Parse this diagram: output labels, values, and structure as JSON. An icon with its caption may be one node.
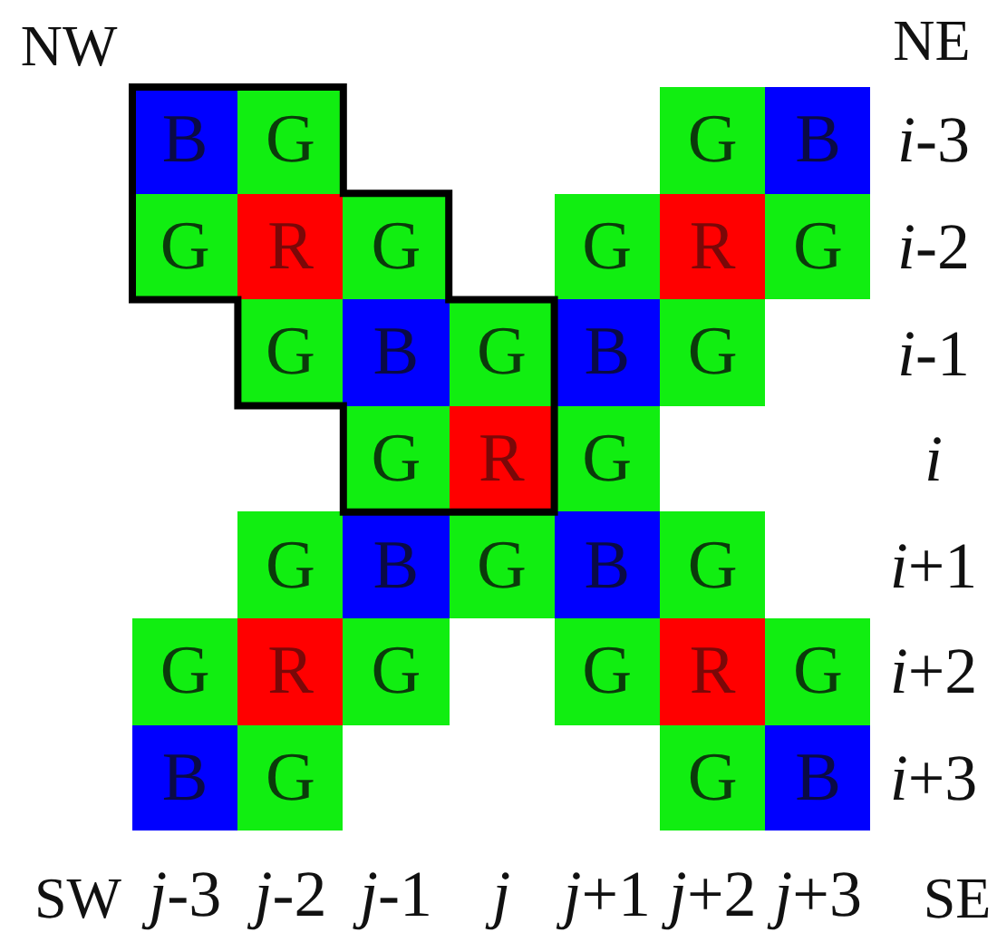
{
  "diagram": {
    "nodes": [
      {
        "text": [],
        "shape": "polygon"
      },
      {
        "text": [
          "B"
        ],
        "in": 0
      },
      {
        "text": [
          "G"
        ],
        "in": 0
      },
      {
        "text": [
          "G"
        ]
      },
      {
        "text": [
          "B"
        ]
      },
      {
        "text": [
          "G"
        ],
        "in": 0
      },
      {
        "text": [
          "R"
        ],
        "in": 0
      },
      {
        "text": [
          "G"
        ],
        "in": 0
      },
      {
        "text": [
          "G"
        ]
      },
      {
        "text": [
          "R"
        ]
      },
      {
        "text": [
          "G"
        ]
      },
      {
        "text": [
          "G"
        ],
        "in": 0
      },
      {
        "text": [
          "B"
        ],
        "in": 0
      },
      {
        "text": [
          "G"
        ],
        "in": 0
      },
      {
        "text": [
          "B"
        ]
      },
      {
        "text": [
          "G"
        ]
      },
      {
        "text": [
          "G"
        ],
        "in": 0
      },
      {
        "text": [
          "R"
        ],
        "in": 0
      },
      {
        "text": [
          "G"
        ]
      },
      {
        "text": [
          "G"
        ]
      },
      {
        "text": [
          "B"
        ]
      },
      {
        "text": [
          "G"
        ]
      },
      {
        "text": [
          "B"
        ]
      },
      {
        "text": [
          "G"
        ]
      },
      {
        "text": [
          "G"
        ]
      },
      {
        "text": [
          "R"
        ]
      },
      {
        "text": [
          "G"
        ]
      },
      {
        "text": [
          "G"
        ]
      },
      {
        "text": [
          "R"
        ]
      },
      {
        "text": [
          "G"
        ]
      },
      {
        "text": [
          "B"
        ]
      },
      {
        "text": [
          "G"
        ]
      },
      {
        "text": [
          "G"
        ]
      },
      {
        "text": [
          "B"
        ]
      }
    ],
    "edges": [],
    "labels": [
      "NW",
      "NE",
      "*i*-3",
      "*i*-2",
      "*i*-1",
      "i",
      "*i*+1",
      "*i*+2",
      "*i*+3",
      "SW",
      "*j*-3",
      "*j*-2",
      "*j*-1",
      "j",
      "*j*+1",
      "*j*+2",
      "*j*+3",
      "SE"
    ]
  }
}
